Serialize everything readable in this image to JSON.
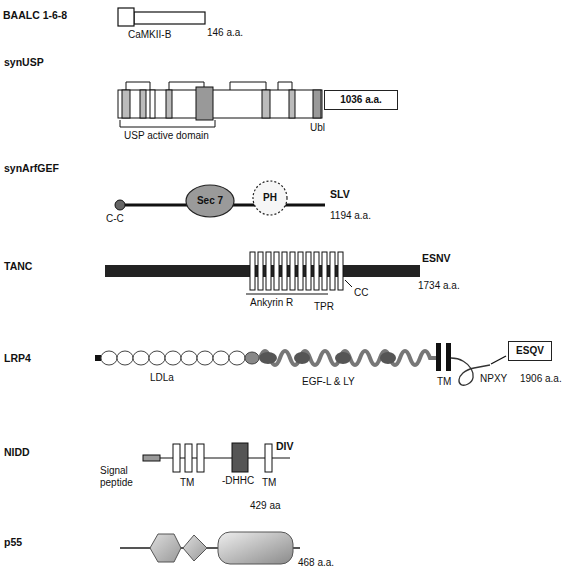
{
  "diagram": {
    "nodes": [
      {
        "text": [
          "Sec 7"
        ]
      },
      {
        "text": [
          "PH"
        ]
      },
      {
        "text": [
          "ESQV"
        ]
      },
      {
        "text": [
          "1036 a.a."
        ]
      }
    ],
    "labels": [
      "BAALC 1-6-8",
      "CaMKII-B",
      "146 a.a.",
      "synUSP",
      "USP active domain",
      "Ubl",
      "synArfGEF",
      "C-C",
      "SLV",
      "1194 a.a.",
      "TANC",
      "ESNV",
      "Ankyrin R",
      "TPR",
      "CC",
      "1734 a.a.",
      "LRP4",
      "LDLa",
      "EGF-L & LY",
      "TM",
      "NPXY",
      "1906 a.a.",
      "NIDD",
      "Signal peptide",
      "TM",
      "-DHHC",
      "TM",
      "DIV",
      "429 aa",
      "p55",
      "468 a.a."
    ]
  }
}
